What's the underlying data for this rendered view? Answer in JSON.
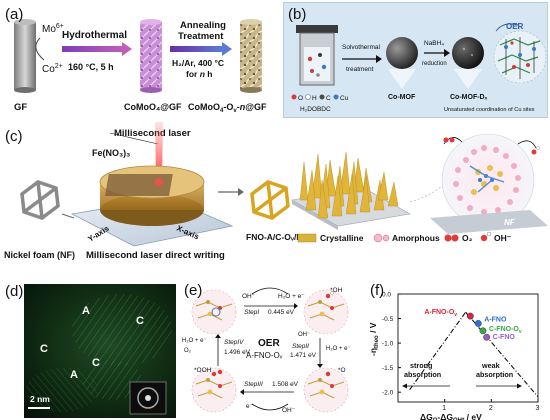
{
  "panel_labels": {
    "a": "(a)",
    "b": "(b)",
    "c": "(c)",
    "d": "(d)",
    "e": "(e)",
    "f": "(f)"
  },
  "panel_a": {
    "mo_ion": "Mo",
    "mo_sup": "6+",
    "co_ion": "Co",
    "co_sup": "2+",
    "step1": "Hydrothermal",
    "step1_cond": "160 °C, 5 h",
    "step2_line1": "Annealing",
    "step2_line2": "Treatment",
    "step2_cond": "H₂/Ar, 400 °C",
    "step2_for": "for",
    "step2_n": "n",
    "step2_h": "h",
    "sample1": "GF",
    "sample2": "CoMoO₄@GF",
    "sample3_pre": "CoMoO",
    "sample3_mid": "-O",
    "sample3_v": "v",
    "sample3_dash": "-",
    "sample3_n": "n",
    "sample3_post": "@GF"
  },
  "panel_b": {
    "step1_line1": "Solvothermal",
    "step1_line2": "treatment",
    "step2": "NaBH₄",
    "step2b": "reduction",
    "legend": [
      "O",
      "H",
      "C",
      "Cu"
    ],
    "ligand": "H₂DOBDC",
    "mat1": "Co-MOF",
    "mat2": "Co-MOF-Dₓ",
    "oer": "OER",
    "note": "Unsaturated coordination of Cu sites"
  },
  "panel_c": {
    "laser": "Millisecond laser",
    "precursor": "Fe(NO₃)₃",
    "y_axis": "Y-axis",
    "x_axis": "X-axis",
    "nf": "Nickel foam (NF)",
    "process": "Millisecond laser direct writing",
    "product": "FNO-A/C-Oᵥ/NF",
    "crystalline": "Crystalline",
    "amorphous": "Amorphous",
    "o2": "O₂",
    "oh": "OH⁻",
    "nf_tag": "NF"
  },
  "panel_d": {
    "labels": [
      "A",
      "C",
      "C",
      "A",
      "C"
    ],
    "scale": "2 nm"
  },
  "panel_e": {
    "center_title": "OER",
    "center_sub": "A-FNO-Oᵥ",
    "step1": "StepI",
    "step1_e": "0.445 eV",
    "step2": "StepII",
    "step2_e": "1.471 eV",
    "step3": "StepIII",
    "step3_e": "1.508 eV",
    "step4": "StepIV",
    "step4_e": "1.496 eV",
    "oh_in": "OH⁻",
    "h2o_out": "H₂O + e⁻",
    "ads_oh": "*OH",
    "ads_o": "*O",
    "ads_ooh": "*OOH",
    "e_out": "e⁻",
    "o2_h2o": "O₂",
    "h2o_e": "H₂O + e⁻"
  },
  "chart_data": {
    "type": "scatter",
    "ylabel": "-η",
    "ylabel_sub": "theo",
    "ylabel_unit": " / V",
    "xlabel": "ΔG",
    "xlabel_sub1": "O",
    "xlabel_mid": "-ΔG",
    "xlabel_sub2": "OH*",
    "xlabel_unit": " / eV",
    "xlim": [
      0,
      3
    ],
    "ylim": [
      -2.2,
      0
    ],
    "x_ticks": [
      1,
      2,
      3
    ],
    "y_ticks": [
      0.0,
      -0.5,
      -1.0,
      -1.5,
      -2.0
    ],
    "x_tick_labels": [
      "1",
      "2",
      "3"
    ],
    "y_tick_labels": [
      "0.0",
      "-0.5",
      "-1.0",
      "-1.5",
      "-2.0"
    ],
    "points": [
      {
        "name": "A-FNO-O",
        "sub": "v",
        "x": 1.55,
        "y": -0.45,
        "color": "#d7263d"
      },
      {
        "name": "A-FNO",
        "sub": "",
        "x": 1.72,
        "y": -0.6,
        "color": "#2f6fd0"
      },
      {
        "name": "C-FNO-O",
        "sub": "v",
        "x": 1.82,
        "y": -0.75,
        "color": "#3aa84a"
      },
      {
        "name": "C-FNO",
        "sub": "",
        "x": 1.9,
        "y": -0.88,
        "color": "#9a5cc0"
      }
    ],
    "volcano_left": [
      [
        0.25,
        -1.95
      ],
      [
        1.45,
        -0.37
      ]
    ],
    "volcano_right": [
      [
        1.45,
        -0.37
      ],
      [
        3.05,
        -2.15
      ]
    ],
    "annot_left": "strong absorption",
    "annot_right": "weak absorption"
  },
  "colors": {
    "panel_b_bg": "#d6e6f3",
    "tem_bg": "#0a1a0c",
    "gold": "#d8b23a",
    "orange": "#e89a2a"
  }
}
